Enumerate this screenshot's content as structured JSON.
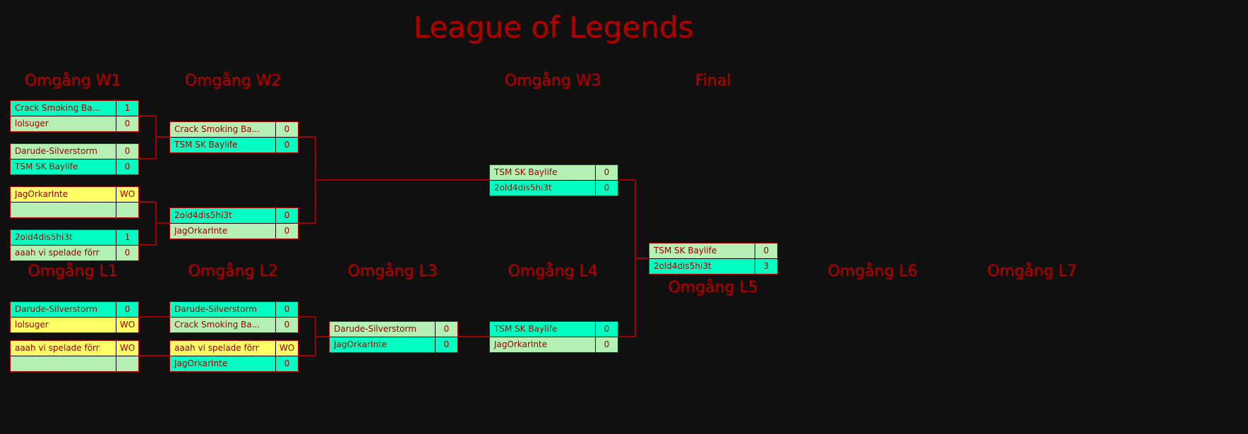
{
  "title": "League of Legends",
  "headers": {
    "w1": "Omgång W1",
    "w2": "Omgång W2",
    "w3": "Omgång W3",
    "final": "Final",
    "l1": "Omgång L1",
    "l2": "Omgång L2",
    "l3": "Omgång L3",
    "l4": "Omgång L4",
    "l5": "Omgång L5",
    "l6": "Omgång L6",
    "l7": "Omgång L7"
  },
  "colors": {
    "win": "#00ffc0",
    "lose": "#b4f0b4",
    "wo": "#ffff66",
    "accent": "#b00000"
  },
  "matches": {
    "w1a": [
      {
        "name": "Crack Smoking Ba...",
        "score": "1",
        "state": "win"
      },
      {
        "name": "lolsuger",
        "score": "0",
        "state": "lose"
      }
    ],
    "w1b": [
      {
        "name": "Darude-Silverstorm",
        "score": "0",
        "state": "lose"
      },
      {
        "name": "TSM SK Baylife",
        "score": "0",
        "state": "win"
      }
    ],
    "w1c": [
      {
        "name": "JagOrkarInte",
        "score": "WO",
        "state": "wo"
      },
      {
        "name": "",
        "score": "",
        "state": "lose"
      }
    ],
    "w1d": [
      {
        "name": "2old4dis5hi3t",
        "score": "1",
        "state": "win"
      },
      {
        "name": "aaah vi spelade förr",
        "score": "0",
        "state": "lose"
      }
    ],
    "w2a": [
      {
        "name": "Crack Smoking Ba...",
        "score": "0",
        "state": "lose"
      },
      {
        "name": "TSM SK Baylife",
        "score": "0",
        "state": "win"
      }
    ],
    "w2b": [
      {
        "name": "2old4dis5hi3t",
        "score": "0",
        "state": "win"
      },
      {
        "name": "JagOrkarInte",
        "score": "0",
        "state": "lose"
      }
    ],
    "w3": [
      {
        "name": "TSM SK Baylife",
        "score": "0",
        "state": "lose"
      },
      {
        "name": "2old4dis5hi3t",
        "score": "0",
        "state": "win"
      }
    ],
    "final": [
      {
        "name": "TSM SK Baylife",
        "score": "0",
        "state": "lose"
      },
      {
        "name": "2old4dis5hi3t",
        "score": "3",
        "state": "win"
      }
    ],
    "l1a": [
      {
        "name": "Darude-Silverstorm",
        "score": "0",
        "state": "win"
      },
      {
        "name": "lolsuger",
        "score": "WO",
        "state": "wo"
      }
    ],
    "l1b": [
      {
        "name": "aaah vi spelade förr",
        "score": "WO",
        "state": "wo"
      },
      {
        "name": "",
        "score": "",
        "state": "lose"
      }
    ],
    "l2a": [
      {
        "name": "Darude-Silverstorm",
        "score": "0",
        "state": "win"
      },
      {
        "name": "Crack Smoking Ba...",
        "score": "0",
        "state": "lose"
      }
    ],
    "l2b": [
      {
        "name": "aaah vi spelade förr",
        "score": "WO",
        "state": "wo"
      },
      {
        "name": "JagOrkarInte",
        "score": "0",
        "state": "win"
      }
    ],
    "l3": [
      {
        "name": "Darude-Silverstorm",
        "score": "0",
        "state": "lose"
      },
      {
        "name": "JagOrkarInte",
        "score": "0",
        "state": "win"
      }
    ],
    "l4": [
      {
        "name": "TSM SK Baylife",
        "score": "0",
        "state": "win"
      },
      {
        "name": "JagOrkarInte",
        "score": "0",
        "state": "lose"
      }
    ]
  }
}
